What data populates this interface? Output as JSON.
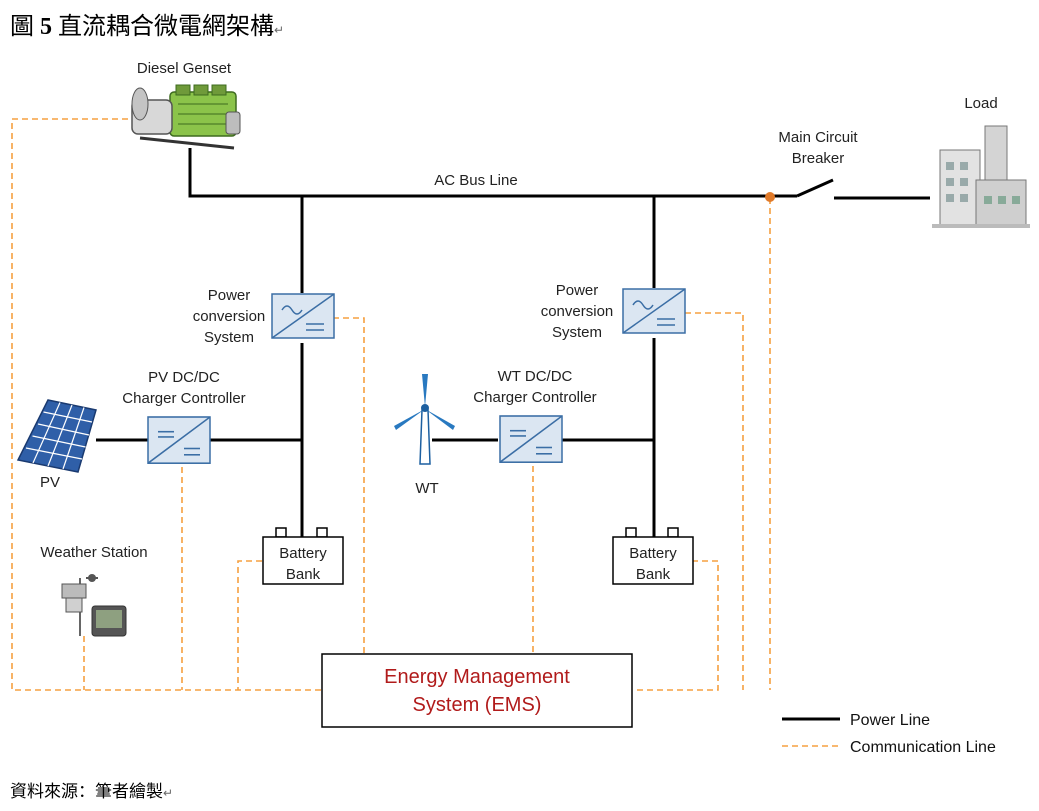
{
  "figure": {
    "title_prefix": "圖",
    "title_number": "5",
    "title_text": "直流耦合微電網架構",
    "return_mark": "↵",
    "source_text": "資料來源：筆者繪製"
  },
  "labels": {
    "diesel": "Diesel Genset",
    "ac_bus": "AC Bus Line",
    "breaker_1": "Main Circuit",
    "breaker_2": "Breaker",
    "load": "Load",
    "pcs_left": [
      "Power",
      "conversion",
      "System"
    ],
    "pcs_right": [
      "Power",
      "conversion",
      "System"
    ],
    "pv_ctrl": [
      "PV DC/DC",
      "Charger Controller"
    ],
    "wt_ctrl": [
      "WT DC/DC",
      "Charger Controller"
    ],
    "pv": "PV",
    "wt": "WT",
    "weather": "Weather Station",
    "battery_left": [
      "Battery",
      "Bank"
    ],
    "battery_right": [
      "Battery",
      "Bank"
    ],
    "ems": [
      "Energy Management",
      "System (EMS)"
    ]
  },
  "legend": {
    "power": "Power Line",
    "comm": "Communication Line"
  },
  "colors": {
    "power_line": "#000000",
    "comm_line": "#f5a040",
    "converter_border": "#3b6ea5",
    "converter_fill": "#dbe6f2",
    "ems_text": "#b11b1b",
    "breaker_node": "#e07a2a"
  }
}
